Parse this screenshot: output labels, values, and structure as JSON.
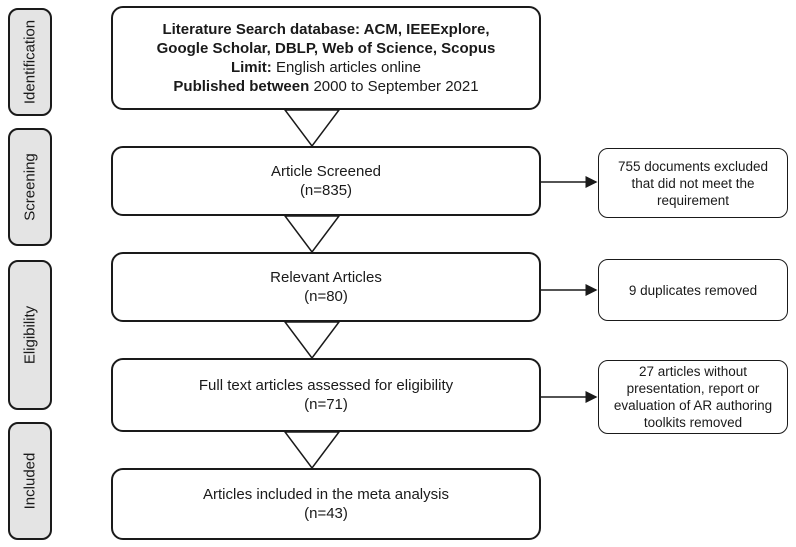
{
  "stages": [
    {
      "id": "identification",
      "label": "Identification"
    },
    {
      "id": "screening",
      "label": "Screening"
    },
    {
      "id": "eligibility",
      "label": "Eligibility"
    },
    {
      "id": "included",
      "label": "Included"
    }
  ],
  "main_boxes": {
    "search": {
      "line1": "Literature Search database: ACM, IEEExplore,",
      "line2": "Google Scholar, DBLP, Web of Science, Scopus",
      "line3_bold": "Limit:",
      "line3_rest": " English articles online",
      "line4_bold": "Published between",
      "line4_rest": " 2000 to September 2021"
    },
    "screened": {
      "title": "Article Screened",
      "count": "(n=835)"
    },
    "relevant": {
      "title": "Relevant Articles",
      "count": "(n=80)"
    },
    "fulltext": {
      "title": "Full text articles assessed for eligibility",
      "count": "(n=71)"
    },
    "included": {
      "title": "Articles included in the meta analysis",
      "count": "(n=43)"
    }
  },
  "side_boxes": {
    "excluded_screen": {
      "line1": "755 documents excluded",
      "line2": "that did not meet the",
      "line3": "requirement"
    },
    "duplicates": {
      "line1": "9 duplicates removed"
    },
    "excluded_eligibility": {
      "line1": "27 articles without",
      "line2": "presentation, report or",
      "line3": "evaluation of AR authoring",
      "line4": "toolkits removed"
    }
  }
}
